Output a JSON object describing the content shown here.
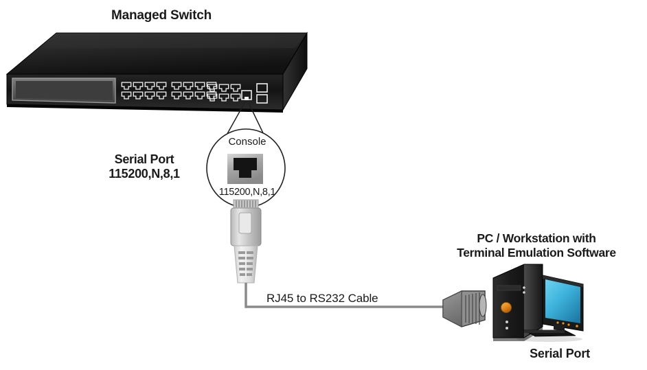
{
  "diagram": {
    "title": "Managed Switch",
    "switch_label_line1": "Serial Port",
    "switch_label_line2": "115200,N,8,1",
    "magnifier": {
      "port_label": "Console",
      "baud_settings": "115200,N,8,1",
      "jack_icon": "rj45-jack-icon"
    },
    "cable_label": "RJ45 to RS232 Cable",
    "pc_title_line1": "PC / Workstation with",
    "pc_title_line2": "Terminal Emulation Software",
    "pc_port_label": "Serial Port"
  },
  "colors": {
    "text": "#1a1a1a",
    "switch_top": "#1e1e1e",
    "switch_face": "#111111",
    "switch_panel": "#5a5a5a",
    "cable": "#8a8a8a",
    "screen_light": "#62c9e8",
    "screen_dark": "#1f7fa8",
    "power_button": "#e8921e",
    "connector_gray": "#9a9a9a",
    "outline": "#231f20"
  },
  "icons": {
    "switch": "network-switch-icon",
    "rj45_plug": "rj45-plug-icon",
    "db9_connector": "db9-serial-connector-icon",
    "pc_tower": "pc-tower-icon",
    "monitor": "monitor-icon",
    "magnifier": "magnifier-circle-icon"
  }
}
